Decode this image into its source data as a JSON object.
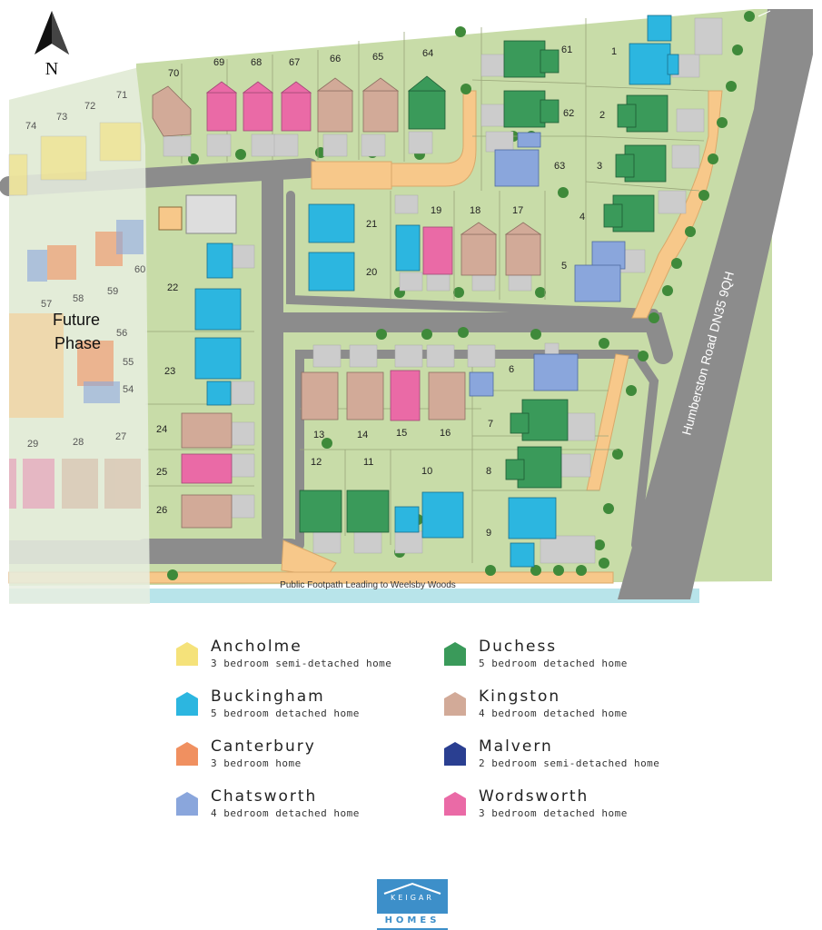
{
  "map": {
    "north_label": "N",
    "future_phase_label": "Future\nPhase",
    "road_label": "Humberston Road DN35 9QH",
    "footpath_label": "Public Footpath Leading to Weelsby Woods",
    "colors": {
      "Ancholme": "#f5e27a",
      "Buckingham": "#2cb6e0",
      "Canterbury": "#f09060",
      "Chatsworth": "#8aa6dc",
      "Duchess": "#3a9a5a",
      "Kingston": "#d2aa98",
      "Malvern": "#2a3f91",
      "Wordsworth": "#ea6aa6",
      "grass": "#c8dca8",
      "road": "#8c8c8c",
      "driveway": "#cccccc",
      "footpath": "#f7c88a",
      "water": "#b8e4ea"
    },
    "plots": [
      {
        "num": "1",
        "type": "Buckingham"
      },
      {
        "num": "2",
        "type": "Duchess"
      },
      {
        "num": "3",
        "type": "Duchess"
      },
      {
        "num": "4",
        "type": "Duchess"
      },
      {
        "num": "5",
        "type": "Chatsworth"
      },
      {
        "num": "6",
        "type": "Chatsworth"
      },
      {
        "num": "7",
        "type": "Duchess"
      },
      {
        "num": "8",
        "type": "Duchess"
      },
      {
        "num": "9",
        "type": "Buckingham"
      },
      {
        "num": "10",
        "type": "Buckingham"
      },
      {
        "num": "11",
        "type": "Duchess"
      },
      {
        "num": "12",
        "type": "Duchess"
      },
      {
        "num": "13",
        "type": "Kingston"
      },
      {
        "num": "14",
        "type": "Kingston"
      },
      {
        "num": "15",
        "type": "Wordsworth"
      },
      {
        "num": "16",
        "type": "Kingston"
      },
      {
        "num": "17",
        "type": "Kingston"
      },
      {
        "num": "18",
        "type": "Kingston"
      },
      {
        "num": "19",
        "type": "Wordsworth"
      },
      {
        "num": "20",
        "type": "Buckingham"
      },
      {
        "num": "21",
        "type": "Buckingham"
      },
      {
        "num": "22",
        "type": "Buckingham"
      },
      {
        "num": "23",
        "type": "Buckingham"
      },
      {
        "num": "24",
        "type": "Kingston"
      },
      {
        "num": "25",
        "type": "Wordsworth"
      },
      {
        "num": "26",
        "type": "Kingston"
      },
      {
        "num": "61",
        "type": "Duchess"
      },
      {
        "num": "62",
        "type": "Duchess"
      },
      {
        "num": "63",
        "type": "Chatsworth"
      },
      {
        "num": "64",
        "type": "Duchess"
      },
      {
        "num": "65",
        "type": "Kingston"
      },
      {
        "num": "66",
        "type": "Kingston"
      },
      {
        "num": "67",
        "type": "Wordsworth"
      },
      {
        "num": "68",
        "type": "Wordsworth"
      },
      {
        "num": "69",
        "type": "Wordsworth"
      },
      {
        "num": "70",
        "type": "Kingston"
      }
    ],
    "future_plots": [
      "71",
      "72",
      "73",
      "74",
      "60",
      "59",
      "58",
      "57",
      "56",
      "55",
      "54",
      "29",
      "28",
      "27"
    ]
  },
  "legend": [
    {
      "name": "Ancholme",
      "desc": "3 bedroom semi-detached home",
      "color": "#f5e27a"
    },
    {
      "name": "Duchess",
      "desc": "5 bedroom detached home",
      "color": "#3a9a5a"
    },
    {
      "name": "Buckingham",
      "desc": "5 bedroom detached home",
      "color": "#2cb6e0"
    },
    {
      "name": "Kingston",
      "desc": "4 bedroom detached home",
      "color": "#d2aa98"
    },
    {
      "name": "Canterbury",
      "desc": "3 bedroom home",
      "color": "#f09060"
    },
    {
      "name": "Malvern",
      "desc": "2 bedroom semi-detached home",
      "color": "#2a3f91"
    },
    {
      "name": "Chatsworth",
      "desc": "4 bedroom detached home",
      "color": "#8aa6dc"
    },
    {
      "name": "Wordsworth",
      "desc": "3 bedroom detached home",
      "color": "#ea6aa6"
    }
  ],
  "logo": {
    "word": "KEIGAR",
    "sub": "HOMES"
  }
}
